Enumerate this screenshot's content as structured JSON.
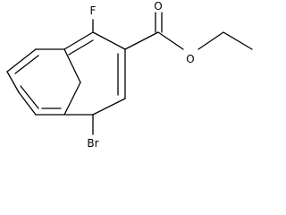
{
  "molecule": {
    "atom_labels": {
      "fluorine": "F",
      "bromine": "Br",
      "carbonyl_oxygen": "O",
      "ester_oxygen": "O"
    }
  },
  "colors": {
    "bond": "#000000",
    "label": "#000000",
    "background": "#ffffff"
  }
}
